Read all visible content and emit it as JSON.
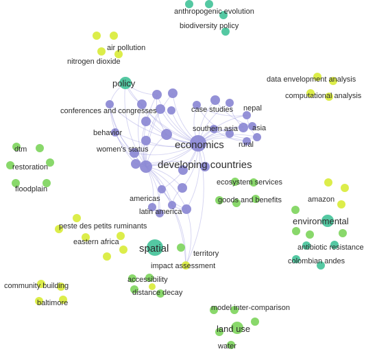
{
  "colors": {
    "purple": "#8b88d4",
    "teal": "#45c39a",
    "green": "#7fd55e",
    "yellow": "#d9ec3b",
    "edge": "#9e9ce0"
  },
  "chart_data": {
    "type": "network",
    "nodes": [
      {
        "id": "anthropogenic-evolution",
        "label": "anthropogenic evolution",
        "color": "teal"
      },
      {
        "id": "biodiversity-policy",
        "label": "biodiversity policy",
        "color": "teal"
      },
      {
        "id": "air-pollution",
        "label": "air pollution",
        "color": "yellow"
      },
      {
        "id": "nitrogen-dioxide",
        "label": "nitrogen dioxide",
        "color": "yellow"
      },
      {
        "id": "policy",
        "label": "policy",
        "color": "teal"
      },
      {
        "id": "data-envelopment-analysis",
        "label": "data envelopment analysis",
        "color": "yellow"
      },
      {
        "id": "computational-analysis",
        "label": "computational analysis",
        "color": "yellow"
      },
      {
        "id": "conferences-and-congresses",
        "label": "conferences and congresses",
        "color": "purple"
      },
      {
        "id": "case-studies",
        "label": "case studies",
        "color": "purple"
      },
      {
        "id": "nepal",
        "label": "nepal",
        "color": "purple"
      },
      {
        "id": "southern-asia",
        "label": "southern asia",
        "color": "purple"
      },
      {
        "id": "asia",
        "label": "asia",
        "color": "purple"
      },
      {
        "id": "behavior",
        "label": "behavior",
        "color": "purple"
      },
      {
        "id": "economics",
        "label": "economics",
        "color": "purple"
      },
      {
        "id": "rural",
        "label": "rural",
        "color": "purple"
      },
      {
        "id": "womens-status",
        "label": "women's status",
        "color": "purple"
      },
      {
        "id": "developing-countries",
        "label": "developing countries",
        "color": "purple"
      },
      {
        "id": "dtm",
        "label": "dtm",
        "color": "green"
      },
      {
        "id": "restoration",
        "label": "restoration",
        "color": "green"
      },
      {
        "id": "floodplain",
        "label": "floodplain",
        "color": "green"
      },
      {
        "id": "ecosystem-services",
        "label": "ecosystem services",
        "color": "green"
      },
      {
        "id": "goods-and-benefits",
        "label": "goods and benefits",
        "color": "green"
      },
      {
        "id": "amazon",
        "label": "amazon",
        "color": "yellow"
      },
      {
        "id": "americas",
        "label": "americas",
        "color": "purple"
      },
      {
        "id": "latin-america",
        "label": "latin america",
        "color": "purple"
      },
      {
        "id": "environmental",
        "label": "environmental",
        "color": "teal"
      },
      {
        "id": "peste-des-petits-ruminants",
        "label": "peste des petits ruminants",
        "color": "yellow"
      },
      {
        "id": "eastern-africa",
        "label": "eastern africa",
        "color": "yellow"
      },
      {
        "id": "antibiotic-resistance",
        "label": "antibiotic resistance",
        "color": "teal"
      },
      {
        "id": "spatial",
        "label": "spatial",
        "color": "teal"
      },
      {
        "id": "territory",
        "label": "territory",
        "color": "yellow"
      },
      {
        "id": "colombian-andes",
        "label": "colombian andes",
        "color": "teal"
      },
      {
        "id": "impact-assessment",
        "label": "impact assessment",
        "color": "yellow"
      },
      {
        "id": "accessibility",
        "label": "accessibility",
        "color": "yellow"
      },
      {
        "id": "community-building",
        "label": "community building",
        "color": "yellow"
      },
      {
        "id": "distance-decay",
        "label": "distance decay",
        "color": "yellow"
      },
      {
        "id": "baltimore",
        "label": "baltimore",
        "color": "yellow"
      },
      {
        "id": "model-inter-comparison",
        "label": "model inter-comparison",
        "color": "green"
      },
      {
        "id": "land-use",
        "label": "land use",
        "color": "green"
      },
      {
        "id": "water",
        "label": "water",
        "color": "green"
      }
    ]
  }
}
